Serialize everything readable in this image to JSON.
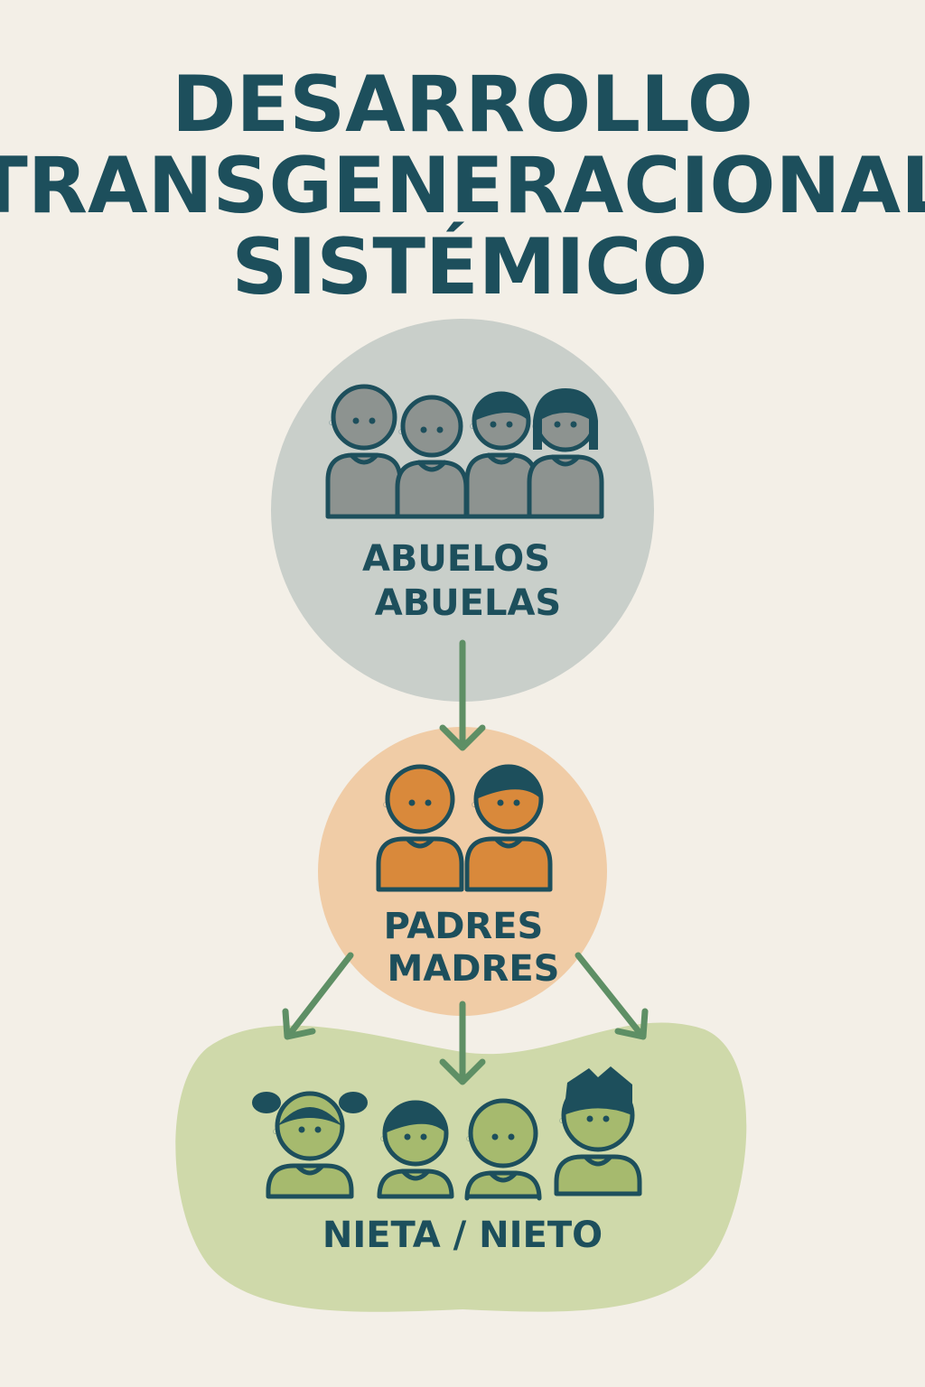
{
  "title": {
    "line1": "DESARROLLO",
    "line2": "TRANSGENERACIONAL",
    "line3": "SISTÉMICO"
  },
  "generations": {
    "grandparents": {
      "line1": "ABUELOS",
      "line2": "ABUELAS",
      "icon": "grandparents-group-icon"
    },
    "parents": {
      "line1": "PADRES",
      "line2": "MADRES",
      "icon": "parents-group-icon"
    },
    "grandchildren": {
      "label": "NIETA / NIETO",
      "icon": "grandchildren-group-icon"
    }
  },
  "colors": {
    "background": "#f3efe7",
    "title": "#1d4f5c",
    "grandparents_circle": "#c9cfca",
    "grandparents_people": "#8d9390",
    "parents_circle": "#f0cca6",
    "parents_people": "#d9893b",
    "grandchildren_blob": "#cfd9aa",
    "grandchildren_people": "#a6ba6e",
    "arrow": "#5e8f65"
  }
}
